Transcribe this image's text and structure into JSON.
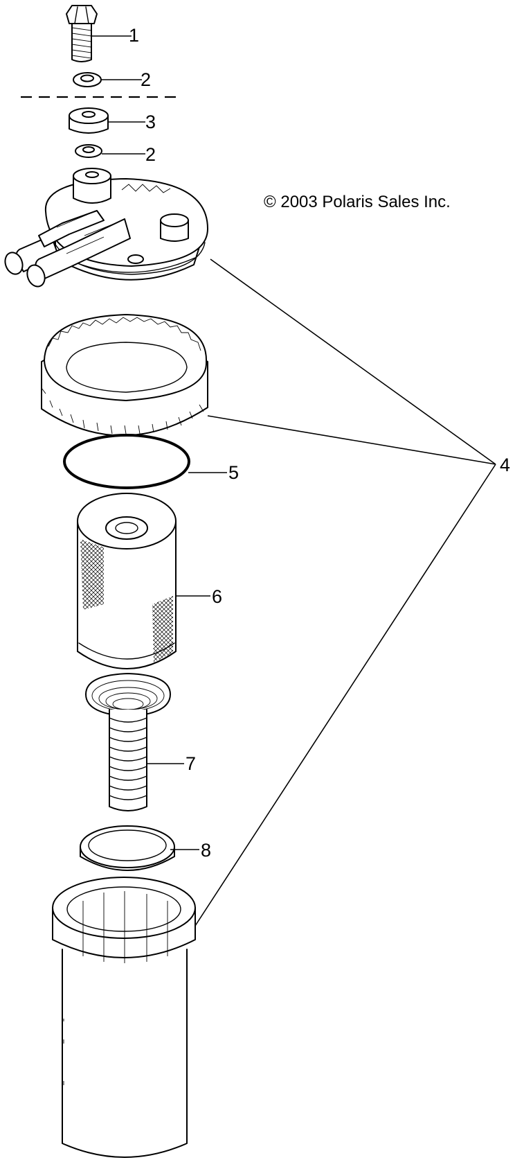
{
  "copyright": "© 2003 Polaris Sales Inc.",
  "callouts": {
    "c1": "1",
    "c2a": "2",
    "c2b": "2",
    "c3": "3",
    "c4": "4",
    "c5": "5",
    "c6": "6",
    "c7": "7",
    "c8": "8"
  },
  "parts": [
    {
      "ref": "1",
      "icon": "bolt-icon"
    },
    {
      "ref": "2",
      "icon": "washer-icon"
    },
    {
      "ref": "3",
      "icon": "spacer-icon"
    },
    {
      "ref": "4",
      "icon": "filter-assembly-icon"
    },
    {
      "ref": "5",
      "icon": "o-ring-icon"
    },
    {
      "ref": "6",
      "icon": "filter-element-icon"
    },
    {
      "ref": "7",
      "icon": "spring-icon"
    },
    {
      "ref": "8",
      "icon": "seal-icon"
    }
  ]
}
